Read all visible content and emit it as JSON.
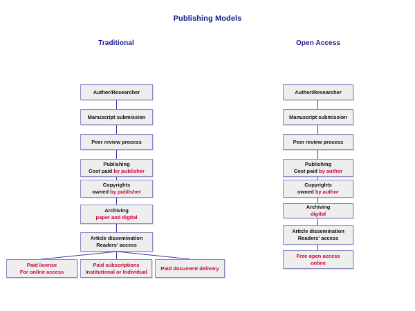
{
  "diagram": {
    "title": "Publishing Models",
    "type": "flowchart",
    "colors": {
      "title": "#1a1a8c",
      "heading": "#1a1a8c",
      "box_fill": "#eeeeee",
      "box_border": "#8a8ac4",
      "text": "#111111",
      "accent": "#cc0033",
      "connector": "#3333aa"
    },
    "columns": [
      {
        "id": "traditional",
        "heading": "Traditional"
      },
      {
        "id": "open_access",
        "heading": "Open Access"
      }
    ]
  },
  "traditional": {
    "heading": "Traditional",
    "nodes": [
      {
        "id": "t1",
        "line1": "Author/Researcher",
        "line2": ""
      },
      {
        "id": "t2",
        "line1": "Manuscript submission",
        "line2": ""
      },
      {
        "id": "t3",
        "line1": "Peer review process",
        "line2": ""
      },
      {
        "id": "t4",
        "line1": "Publishing",
        "line2_plain": "Cost paid ",
        "line2_accent": "by publisher"
      },
      {
        "id": "t5",
        "line1": "Copyrights",
        "line2_plain": "owned ",
        "line2_accent": "by publisher"
      },
      {
        "id": "t6",
        "line1": "Archiving",
        "line2_accent": "paper and digital"
      },
      {
        "id": "t7",
        "line1": "Article dissemination",
        "line2": "Readers' access"
      }
    ],
    "outcomes": [
      {
        "id": "o1",
        "line1": "Paid license",
        "line2": "For online access"
      },
      {
        "id": "o2",
        "line1": "Paid subscriptions",
        "line2": "Institutional or Individual"
      },
      {
        "id": "o3",
        "line1": "Paid document delivery",
        "line2": ""
      }
    ]
  },
  "open_access": {
    "heading": "Open Access",
    "nodes": [
      {
        "id": "a1",
        "line1": "Author/Researcher",
        "line2": ""
      },
      {
        "id": "a2",
        "line1": "Manuscript submission",
        "line2": ""
      },
      {
        "id": "a3",
        "line1": "Peer review process",
        "line2": ""
      },
      {
        "id": "a4",
        "line1": "Publishing",
        "line2_plain": "Cost paid ",
        "line2_accent": "by author"
      },
      {
        "id": "a5",
        "line1": "Copyrights",
        "line2_plain": "owned ",
        "line2_accent": "by author"
      },
      {
        "id": "a6",
        "line1": "Archiving",
        "line2_accent": "digital"
      },
      {
        "id": "a7",
        "line1": "Article dissemination",
        "line2": "Readers' access"
      }
    ],
    "outcomes": [
      {
        "id": "b1",
        "line1": "Free open access",
        "line2": "online"
      }
    ]
  }
}
